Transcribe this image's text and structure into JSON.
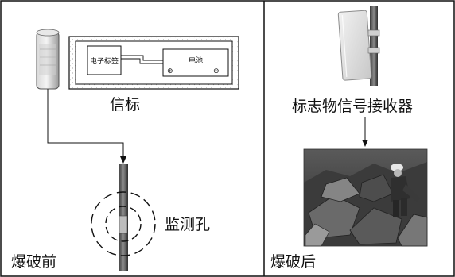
{
  "panels": {
    "before": {
      "caption": "爆破前",
      "beacon_label": "信标",
      "tag_label": "电子标签",
      "battery_label": "电池",
      "battery_plus": "⊕",
      "battery_minus": "⊖",
      "hole_label": "监测孔"
    },
    "after": {
      "caption": "爆破后",
      "receiver_label": "标志物信号接收器"
    }
  }
}
